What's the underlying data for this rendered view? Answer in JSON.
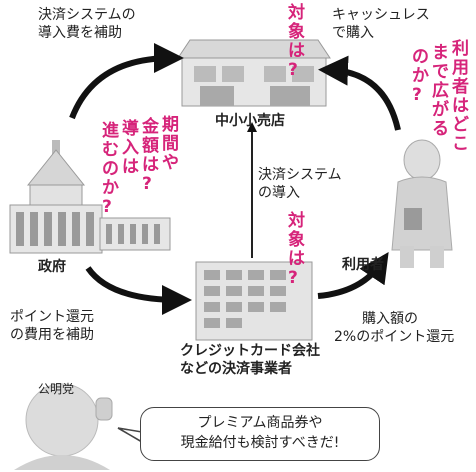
{
  "labels": {
    "gov_subsidy_system": [
      "決済システムの",
      "導入費を補助"
    ],
    "cashless_purchase": [
      "キャッシュレス",
      "で購入"
    ],
    "store": "中小小売店",
    "system_intro": [
      "決済システム",
      "の導入"
    ],
    "government": "政府",
    "user": "利用者",
    "gov_subsidy_points": [
      "ポイント還元",
      "の費用を補助"
    ],
    "cashback": [
      "購入額の",
      "2%のポイント還元"
    ],
    "card_company": [
      "クレジットカード会社",
      "などの決済事業者"
    ],
    "party": "公明党",
    "bubble": [
      "プレミアム商品券や",
      "現金給付も検討すべきだ!"
    ]
  },
  "questions": {
    "target_store": [
      "対",
      "象",
      "は",
      "?"
    ],
    "target_card": [
      "対",
      "象",
      "は",
      "?"
    ],
    "period_amount": [
      [
        "期",
        "間",
        "や"
      ],
      [
        "金",
        "額",
        "は",
        "?"
      ],
      [
        "導",
        "入",
        "は"
      ],
      [
        "進",
        "む",
        "の",
        "か",
        "?"
      ]
    ],
    "user_spread": [
      [
        "利",
        "用",
        "者",
        "は",
        "ど",
        "こ"
      ],
      [
        "ま",
        "で",
        "広",
        "が",
        "る"
      ],
      [
        "の",
        "か",
        "?"
      ]
    ]
  },
  "colors": {
    "question": "#d6247a",
    "arrow": "#111111"
  }
}
